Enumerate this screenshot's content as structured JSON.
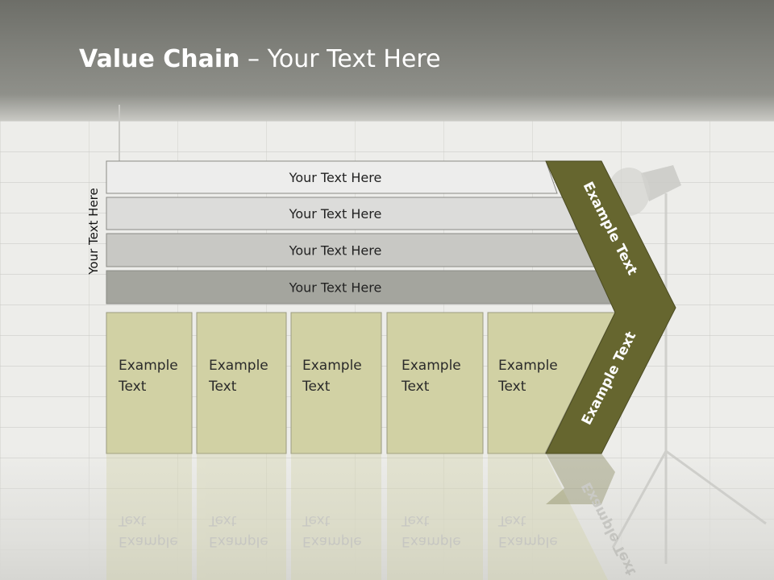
{
  "title": {
    "bold": "Value Chain",
    "rest": " – Your Text Here"
  },
  "side_label": "Your Text Here",
  "support_rows": [
    {
      "label": "Your Text Here",
      "fill": "#ededec"
    },
    {
      "label": "Your Text Here",
      "fill": "#dcdcda"
    },
    {
      "label": "Your Text Here",
      "fill": "#c8c8c4"
    },
    {
      "label": "Your Text Here",
      "fill": "#a4a59e"
    }
  ],
  "activities": [
    {
      "line1": "Example",
      "line2": "Text"
    },
    {
      "line1": "Example",
      "line2": "Text"
    },
    {
      "line1": "Example",
      "line2": "Text"
    },
    {
      "line1": "Example",
      "line2": "Text"
    },
    {
      "line1": "Example",
      "line2": "Text"
    }
  ],
  "margin_upper": "Example Text",
  "margin_lower": "Example Text",
  "colors": {
    "activity_fill": "#d1d1a4",
    "chevron_fill": "#66662f",
    "title_text": "#ffffff"
  }
}
